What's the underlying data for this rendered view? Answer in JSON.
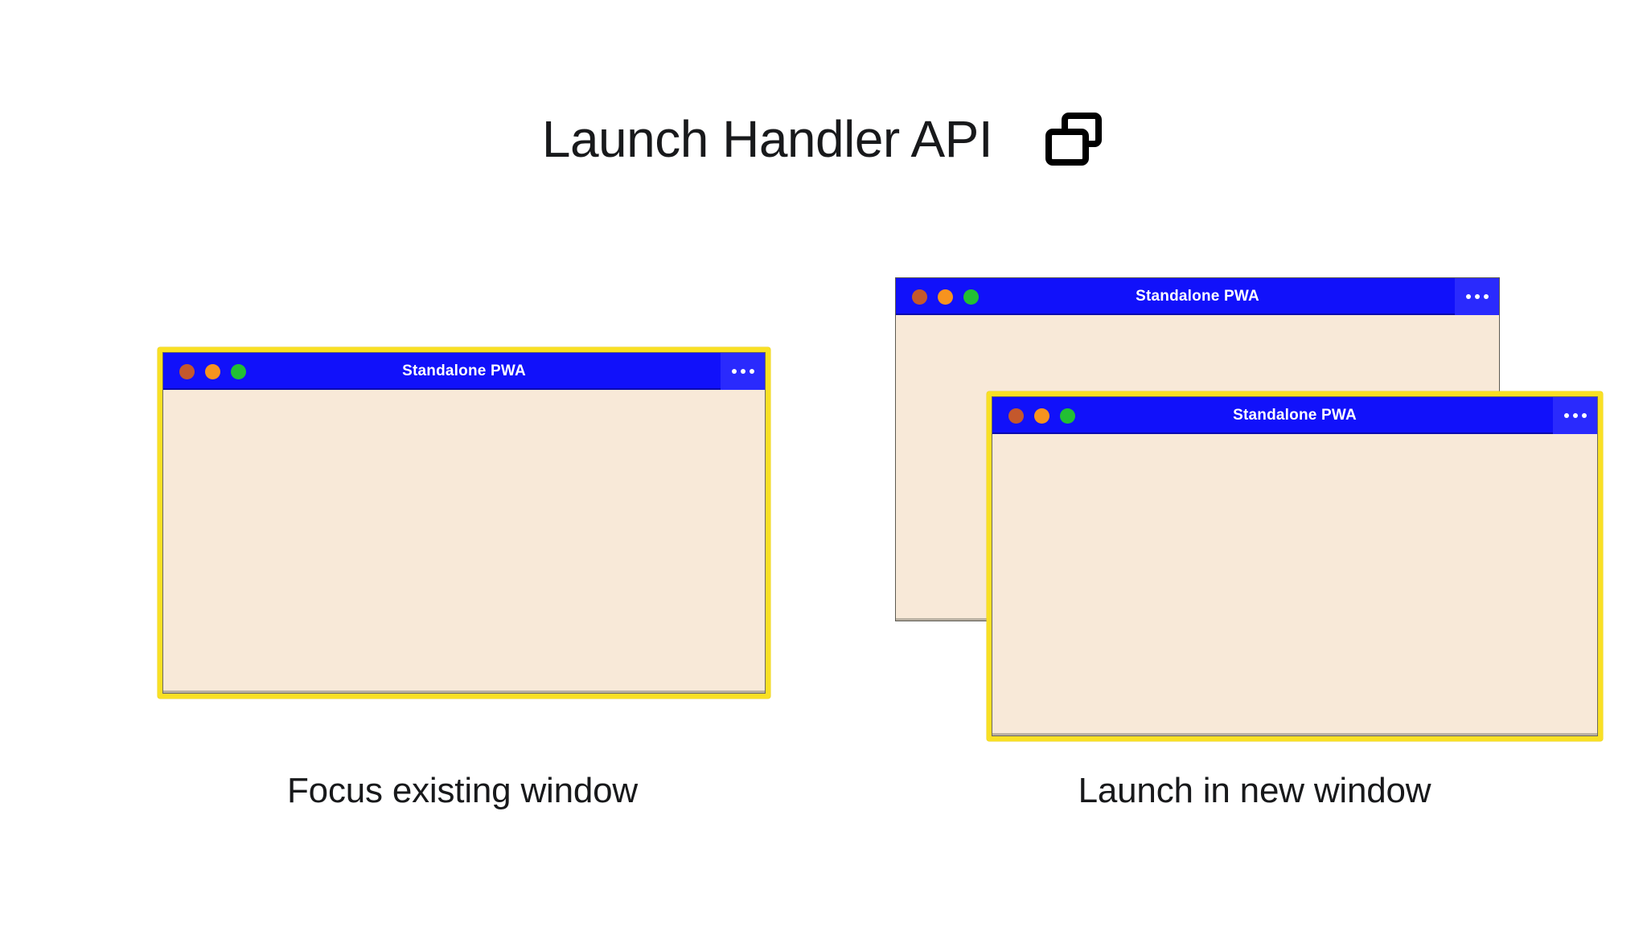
{
  "header": {
    "title": "Launch Handler API",
    "icon": "two-windows-icon"
  },
  "colors": {
    "titlebar_blue": "#1111FA",
    "menu_blue": "#2A2AFD",
    "highlight_yellow": "#F9E024",
    "window_content": "#F8E9D8",
    "dot_close": "#C4582C",
    "dot_minimize": "#F7931E",
    "dot_maximize": "#22BF33",
    "text": "#18191B"
  },
  "scenarios": [
    {
      "id": "focus-existing",
      "caption": "Focus existing window",
      "windows": [
        {
          "id": "left-window",
          "title": "Standalone PWA",
          "menu_label": "•••",
          "highlighted": true
        }
      ]
    },
    {
      "id": "launch-new",
      "caption": "Launch in new window",
      "windows": [
        {
          "id": "back-window",
          "title": "Standalone PWA",
          "menu_label": "•••",
          "highlighted": false
        },
        {
          "id": "front-window",
          "title": "Standalone PWA",
          "menu_label": "•••",
          "highlighted": true
        }
      ]
    }
  ],
  "window_controls": {
    "close": "close-dot",
    "minimize": "minimize-dot",
    "maximize": "maximize-dot",
    "menu": "overflow-menu-dots"
  }
}
